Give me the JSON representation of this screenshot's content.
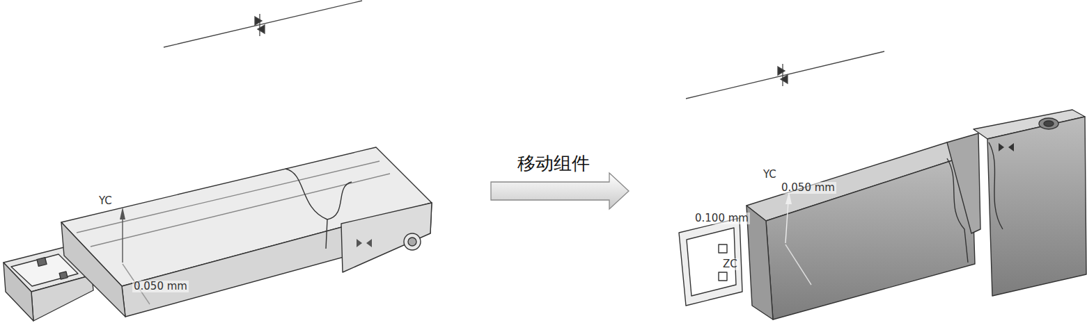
{
  "diagram": {
    "labels": [
      "移动组件",
      "YC",
      "0.050 mm",
      "YC",
      "0.050 mm",
      "0.100 mm",
      "ZC"
    ]
  }
}
